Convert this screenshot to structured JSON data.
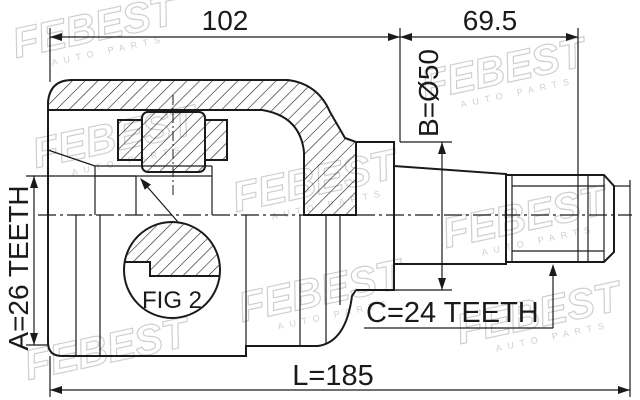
{
  "dimensions": {
    "housing_length": "102",
    "stem_length": "69.5",
    "collar_diameter": "B=Ø50",
    "inner_spline": "A=26 TEETH",
    "outer_spline": "C=24 TEETH",
    "overall_length": "L=185"
  },
  "detail": {
    "label": "FIG 2"
  },
  "watermark": {
    "brand": "FEBEST",
    "tagline": "AUTO PARTS"
  },
  "colors": {
    "ink": "#1a1a1a",
    "watermark": "#cfcfcf",
    "background": "#ffffff"
  }
}
